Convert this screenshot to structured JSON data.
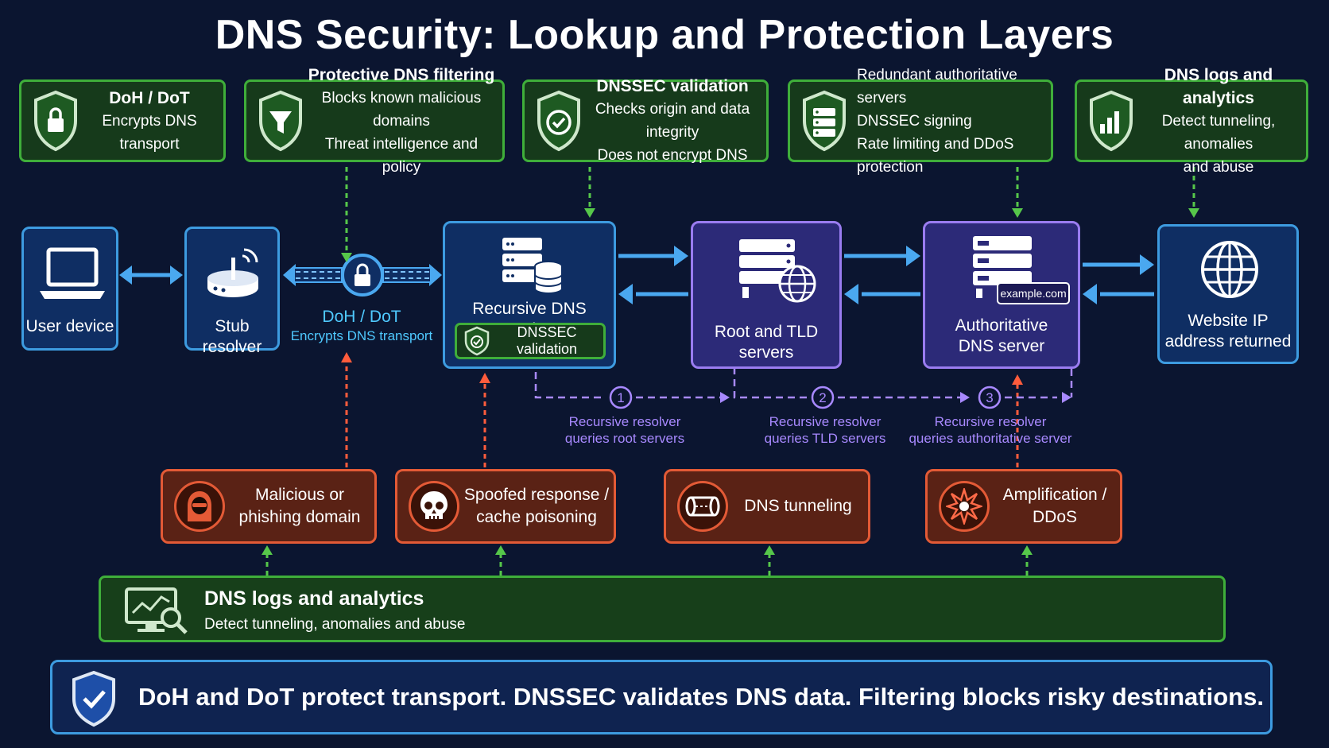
{
  "title": "DNS Security: Lookup and Protection Layers",
  "protections": [
    {
      "id": "doh",
      "bold": "DoH / DoT",
      "lines": [
        "Encrypts DNS transport"
      ]
    },
    {
      "id": "filter",
      "bold": "Protective DNS filtering",
      "lines": [
        "Blocks known malicious domains",
        "Threat intelligence and policy"
      ]
    },
    {
      "id": "dnssec",
      "bold": "DNSSEC validation",
      "lines": [
        "Checks origin and data integrity",
        "Does not encrypt DNS"
      ]
    },
    {
      "id": "redundant",
      "bold": "",
      "lines": [
        "Redundant authoritative servers",
        "DNSSEC signing",
        "Rate limiting and DDoS protection"
      ]
    },
    {
      "id": "logs",
      "bold": "DNS logs and analytics",
      "lines": [
        "Detect tunneling, anomalies",
        "and abuse"
      ]
    }
  ],
  "nodes": {
    "user_device": "User device",
    "stub_resolver": "Stub resolver",
    "doh_label": "DoH / DoT",
    "doh_sub": "Encrypts DNS transport",
    "recursive": "Recursive DNS resolver",
    "recursive_badge": "DNSSEC validation",
    "root_tld": "Root and TLD servers",
    "authoritative_l1": "Authoritative",
    "authoritative_l2": "DNS server",
    "auth_badge": "example.com",
    "website_l1": "Website IP",
    "website_l2": "address returned"
  },
  "steps": [
    {
      "num": "1",
      "l1": "Recursive resolver",
      "l2": "queries root servers"
    },
    {
      "num": "2",
      "l1": "Recursive resolver",
      "l2": "queries TLD servers"
    },
    {
      "num": "3",
      "l1": "Recursive resolver",
      "l2": "queries authoritative server"
    }
  ],
  "threats": [
    {
      "l1": "Malicious or",
      "l2": "phishing domain",
      "icon": "hacker-icon"
    },
    {
      "l1": "Spoofed response /",
      "l2": "cache poisoning",
      "icon": "skull-icon"
    },
    {
      "l1": "DNS tunneling",
      "l2": "",
      "icon": "tunnel-icon"
    },
    {
      "l1": "Amplification /",
      "l2": "DDoS",
      "icon": "explosion-icon"
    }
  ],
  "logs_bar": {
    "title": "DNS logs and analytics",
    "subtitle": "Detect tunneling, anomalies and abuse"
  },
  "summary": "DoH and DoT protect transport. DNSSEC validates DNS data. Filtering blocks risky destinations.",
  "colors": {
    "background": "#0b1530",
    "protection_green": "#3fae3a",
    "threat_orange": "#e35a36",
    "flow_blue": "#3d9be0",
    "flow_purple": "#9a7cf0"
  }
}
